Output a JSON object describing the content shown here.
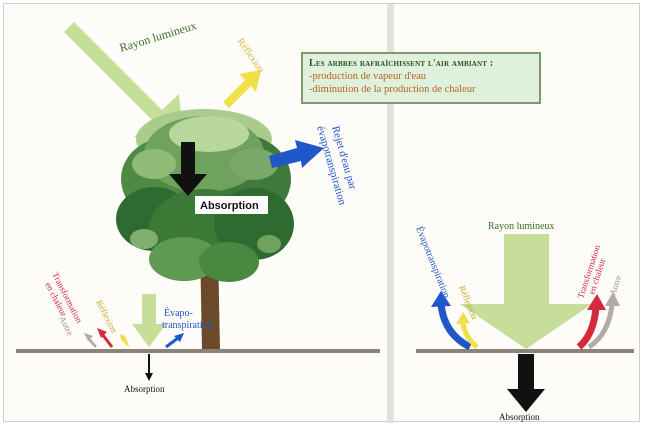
{
  "callout": {
    "title": "Les arbres rafraîchissent l'air ambiant :",
    "line1": "-production de vapeur d'eau",
    "line2": "-diminution de la production de chaleur"
  },
  "left": {
    "rayon": "Rayon lumineux",
    "reflexion": "Réflexion",
    "rejet_line1": "Rejet d'eau par",
    "rejet_line2": "évapotranspiration",
    "absorption_tree": "Absorption",
    "transformation_line1": "Transformation",
    "transformation_line2": "en chaleur",
    "autre": "Autre",
    "reflexion_small": "Réflexion",
    "evapo_line1": "Évapo-",
    "evapo_line2": "transpiration",
    "absorption_ground": "Absorption"
  },
  "right": {
    "rayon": "Rayon lumineux",
    "evapotranspiration": "Évapotranspiration",
    "reflexion": "Réflexion",
    "transformation_line1": "Transformation",
    "transformation_line2": "en chaleur",
    "autre": "Autre",
    "absorption": "Absorption"
  },
  "colors": {
    "light_green": "#c7dd9a",
    "yellow": "#f0e14a",
    "blue": "#1f56c9",
    "red": "#d42a3c",
    "grey": "#b0aca4",
    "ground": "#8b8378",
    "tree": "#3f7a3a",
    "trunk": "#6b4a2c"
  }
}
